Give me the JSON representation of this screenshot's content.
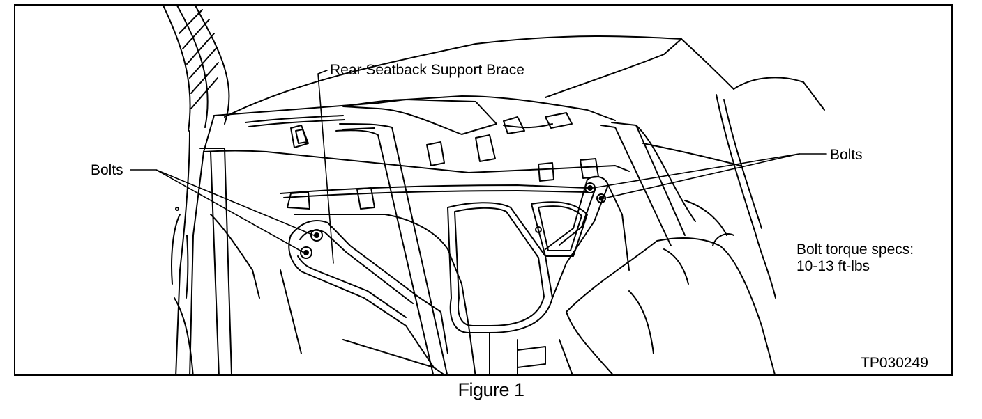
{
  "figure": {
    "caption": "Figure 1",
    "image_code": "TP030249"
  },
  "callouts": {
    "support_brace": "Rear Seatback Support Brace",
    "bolts_left": "Bolts",
    "bolts_right": "Bolts",
    "torque_line1": "Bolt torque specs:",
    "torque_line2": "10-13 ft-lbs"
  },
  "colors": {
    "line": "#000000",
    "background": "#ffffff"
  }
}
